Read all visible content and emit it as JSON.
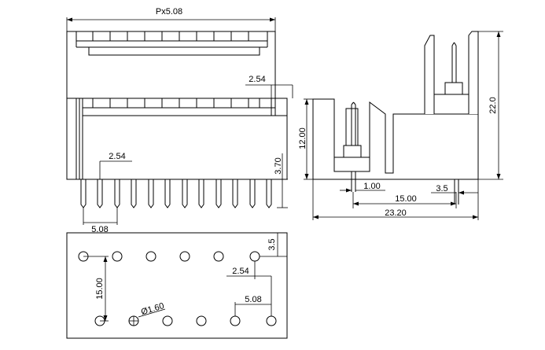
{
  "colors": {
    "ink": "#000000",
    "body_fill": "#e6e6e6",
    "background": "#ffffff"
  },
  "front_view": {
    "pitch_label": "Px5.08",
    "upper_pitch_label": "2.54",
    "pin_pitch_label": "2.54",
    "pin_height_label": "3.70",
    "pin_spacing_label": "5.08"
  },
  "side_view": {
    "height_label": "12.00",
    "total_height_label": "22.0",
    "pin_offset_label": "1.00",
    "pin_span_label": "15.00",
    "edge_offset_label": "3.5",
    "total_width_label": "23.20"
  },
  "pcb_layout": {
    "top_edge_label": "3.5",
    "row_spacing_label": "15.00",
    "column_offset_label": "2.54",
    "pitch_label": "5.08",
    "hole_diameter_label": "Ø1.60"
  }
}
